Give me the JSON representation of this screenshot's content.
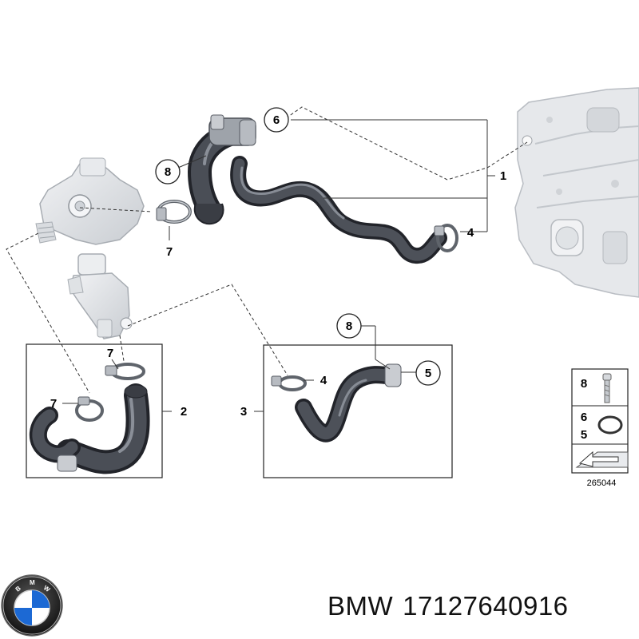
{
  "callouts": {
    "c1": "1",
    "c2": "2",
    "c3": "3",
    "c4_top": "4",
    "c4_mid": "4",
    "c5": "5",
    "c6": "6",
    "c7_top": "7",
    "c7_box_a": "7",
    "c7_box_b": "7",
    "c8_top": "8",
    "c8_mid": "8"
  },
  "legend": {
    "item_8": "8",
    "item_6": "6",
    "item_5": "5"
  },
  "reference_number": "265044",
  "brand": {
    "logo_letters": "BMW",
    "name": "BMW",
    "part_number": "17127640916"
  },
  "colors": {
    "hose": "#3a3d44",
    "hose_highlight": "#8a8f98",
    "metal_part": "#dcdfe3",
    "engine_block": "#e6e8eb",
    "leader_line": "#333333",
    "bmw_blue": "#1c69d4"
  }
}
